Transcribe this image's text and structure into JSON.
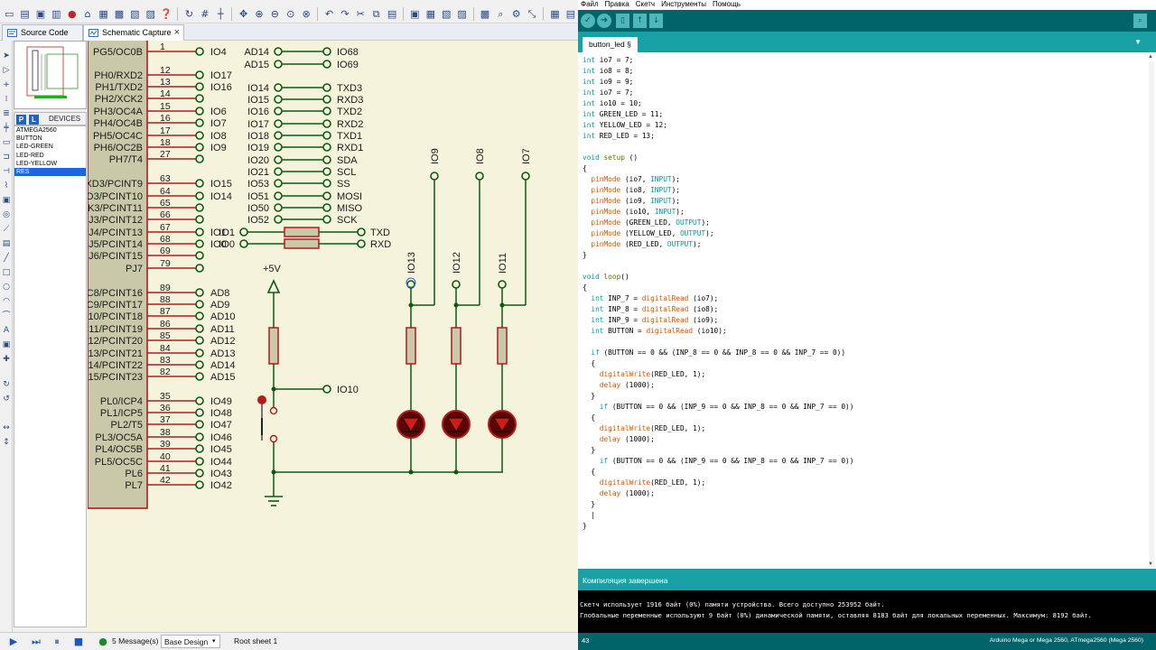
{
  "proteus": {
    "tabs": [
      {
        "label": "Source Code"
      },
      {
        "label": "Schematic Capture"
      }
    ],
    "devices_title": "DEVICES",
    "pick_p": "P",
    "pick_l": "L",
    "devices": [
      "ATMEGA2560",
      "BUTTON",
      "LED-GREEN",
      "LED-RED",
      "LED-YELLOW",
      "RES"
    ],
    "selected_device": "RES",
    "schematic": {
      "chip_pins": [
        {
          "name": "PG5/OC0B",
          "num": "1",
          "net": "IO4"
        },
        {
          "name": "PH0/RXD2",
          "num": "12",
          "net": "IO17"
        },
        {
          "name": "PH1/TXD2",
          "num": "13",
          "net": "IO16"
        },
        {
          "name": "PH2/XCK2",
          "num": "14",
          "net": ""
        },
        {
          "name": "PH3/OC4A",
          "num": "15",
          "net": "IO6"
        },
        {
          "name": "PH4/OC4B",
          "num": "16",
          "net": "IO7"
        },
        {
          "name": "PH5/OC4C",
          "num": "17",
          "net": "IO8"
        },
        {
          "name": "PH6/OC2B",
          "num": "18",
          "net": "IO9"
        },
        {
          "name": "PH7/T4",
          "num": "27",
          "net": ""
        },
        {
          "name": "XD3/PCINT9",
          "num": "63",
          "net": "IO15"
        },
        {
          "name": "D3/PCINT10",
          "num": "64",
          "net": "IO14"
        },
        {
          "name": "K3/PCINT11",
          "num": "65",
          "net": ""
        },
        {
          "name": "J3/PCINT12",
          "num": "66",
          "net": ""
        },
        {
          "name": "PJ4/PCINT13",
          "num": "67",
          "net": "IO1"
        },
        {
          "name": "J5/PCINT14",
          "num": "68",
          "net": "IO0"
        },
        {
          "name": "J6/PCINT15",
          "num": "69",
          "net": ""
        },
        {
          "name": "PJ7",
          "num": "79",
          "net": ""
        },
        {
          "name": "C8/PCINT16",
          "num": "89",
          "net": "AD8"
        },
        {
          "name": "C9/PCINT17",
          "num": "88",
          "net": "AD9"
        },
        {
          "name": "C10/PCINT18",
          "num": "87",
          "net": "AD10"
        },
        {
          "name": "C11/PCINT19",
          "num": "86",
          "net": "AD11"
        },
        {
          "name": "12/PCINT20",
          "num": "85",
          "net": "AD12"
        },
        {
          "name": "13/PCINT21",
          "num": "84",
          "net": "AD13"
        },
        {
          "name": "14/PCINT22",
          "num": "83",
          "net": "AD14"
        },
        {
          "name": "15/PCINT23",
          "num": "82",
          "net": "AD15"
        },
        {
          "name": "PL0/ICP4",
          "num": "35",
          "net": "IO49"
        },
        {
          "name": "PL1/ICP5",
          "num": "36",
          "net": "IO48"
        },
        {
          "name": "PL2/T5",
          "num": "37",
          "net": "IO47"
        },
        {
          "name": "PL3/OC5A",
          "num": "38",
          "net": "IO46"
        },
        {
          "name": "PL4/OC5B",
          "num": "39",
          "net": "IO45"
        },
        {
          "name": "PL5/OC5C",
          "num": "40",
          "net": "IO44"
        },
        {
          "name": "PL6",
          "num": "41",
          "net": "IO43"
        },
        {
          "name": "PL7",
          "num": "42",
          "net": "IO42"
        }
      ],
      "bridges": [
        {
          "left": "AD14",
          "right": "IO68"
        },
        {
          "left": "AD15",
          "right": "IO69"
        },
        {
          "left": "IO14",
          "right": "TXD3"
        },
        {
          "left": "IO15",
          "right": "RXD3"
        },
        {
          "left": "IO16",
          "right": "TXD2"
        },
        {
          "left": "IO17",
          "right": "RXD2"
        },
        {
          "left": "IO18",
          "right": "TXD1"
        },
        {
          "left": "IO19",
          "right": "RXD1"
        },
        {
          "left": "IO20",
          "right": "SDA"
        },
        {
          "left": "IO21",
          "right": "SCL"
        },
        {
          "left": "IO53",
          "right": "SS"
        },
        {
          "left": "IO51",
          "right": "MOSI"
        },
        {
          "left": "IO50",
          "right": "MISO"
        },
        {
          "left": "IO52",
          "right": "SCK"
        }
      ],
      "uart": [
        {
          "left": "IO1",
          "right": "TXD"
        },
        {
          "left": "IO0",
          "right": "RXD"
        }
      ],
      "supply_label": "+5V",
      "button_net": "IO10",
      "led_inputs": [
        "IO9",
        "IO8",
        "IO7"
      ],
      "led_nets": [
        "IO13",
        "IO12",
        "IO11"
      ]
    },
    "status": {
      "messages": "5 Message(s)",
      "design": "Base Design",
      "sheet": "Root sheet 1"
    }
  },
  "arduino": {
    "menu": [
      "Файл",
      "Правка",
      "Скетч",
      "Инструменты",
      "Помощь"
    ],
    "tab_label": "button_led §",
    "code_lines": [
      [
        [
          "int",
          "t"
        ],
        [
          " io7 = 7;",
          ""
        ]
      ],
      [
        [
          "int",
          "t"
        ],
        [
          " io8 = 8;",
          ""
        ]
      ],
      [
        [
          "int",
          "t"
        ],
        [
          " io9 = 9;",
          ""
        ]
      ],
      [
        [
          "int",
          "t"
        ],
        [
          " io7 = 7;",
          ""
        ]
      ],
      [
        [
          "int",
          "t"
        ],
        [
          " io10 = 10;",
          ""
        ]
      ],
      [
        [
          "int",
          "t"
        ],
        [
          " GREEN_LED = 11;",
          ""
        ]
      ],
      [
        [
          "int",
          "t"
        ],
        [
          " YELLOW_LED = 12;",
          ""
        ]
      ],
      [
        [
          "int",
          "t"
        ],
        [
          " RED_LED = 13;",
          ""
        ]
      ],
      [
        [
          "",
          ""
        ]
      ],
      [
        [
          "void",
          "t"
        ],
        [
          " ",
          ""
        ],
        [
          "setup",
          "f2"
        ],
        [
          " ()",
          ""
        ]
      ],
      [
        [
          "{",
          ""
        ]
      ],
      [
        [
          "  ",
          ""
        ],
        [
          "pinMode",
          "f"
        ],
        [
          " (io7, ",
          ""
        ],
        [
          "INPUT",
          "c"
        ],
        [
          ");",
          ""
        ]
      ],
      [
        [
          "  ",
          ""
        ],
        [
          "pinMode",
          "f"
        ],
        [
          " (io8, ",
          ""
        ],
        [
          "INPUT",
          "c"
        ],
        [
          ");",
          ""
        ]
      ],
      [
        [
          "  ",
          ""
        ],
        [
          "pinMode",
          "f"
        ],
        [
          " (io9, ",
          ""
        ],
        [
          "INPUT",
          "c"
        ],
        [
          ");",
          ""
        ]
      ],
      [
        [
          "  ",
          ""
        ],
        [
          "pinMode",
          "f"
        ],
        [
          " (io10, ",
          ""
        ],
        [
          "INPUT",
          "c"
        ],
        [
          ");",
          ""
        ]
      ],
      [
        [
          "  ",
          ""
        ],
        [
          "pinMode",
          "f"
        ],
        [
          " (GREEN_LED, ",
          ""
        ],
        [
          "OUTPUT",
          "c"
        ],
        [
          ");",
          ""
        ]
      ],
      [
        [
          "  ",
          ""
        ],
        [
          "pinMode",
          "f"
        ],
        [
          " (YELLOW_LED, ",
          ""
        ],
        [
          "OUTPUT",
          "c"
        ],
        [
          ");",
          ""
        ]
      ],
      [
        [
          "  ",
          ""
        ],
        [
          "pinMode",
          "f"
        ],
        [
          " (RED_LED, ",
          ""
        ],
        [
          "OUTPUT",
          "c"
        ],
        [
          ");",
          ""
        ]
      ],
      [
        [
          "}",
          ""
        ]
      ],
      [
        [
          "",
          ""
        ]
      ],
      [
        [
          "void",
          "t"
        ],
        [
          " ",
          ""
        ],
        [
          "loop",
          "f2"
        ],
        [
          "()",
          ""
        ]
      ],
      [
        [
          "{",
          ""
        ]
      ],
      [
        [
          "  ",
          ""
        ],
        [
          "int",
          "t"
        ],
        [
          " INP_7 = ",
          ""
        ],
        [
          "digitalRead",
          "f"
        ],
        [
          " (io7);",
          ""
        ]
      ],
      [
        [
          "  ",
          ""
        ],
        [
          "int",
          "t"
        ],
        [
          " INP_8 = ",
          ""
        ],
        [
          "digitalRead",
          "f"
        ],
        [
          " (io8);",
          ""
        ]
      ],
      [
        [
          "  ",
          ""
        ],
        [
          "int",
          "t"
        ],
        [
          " INP_9 = ",
          ""
        ],
        [
          "digitalRead",
          "f"
        ],
        [
          " (io9);",
          ""
        ]
      ],
      [
        [
          "  ",
          ""
        ],
        [
          "int",
          "t"
        ],
        [
          " BUTTON = ",
          ""
        ],
        [
          "digitalRead",
          "f"
        ],
        [
          " (io10);",
          ""
        ]
      ],
      [
        [
          "",
          ""
        ]
      ],
      [
        [
          "  ",
          ""
        ],
        [
          "if",
          "t"
        ],
        [
          " (BUTTON == 0 && (INP_8 == 0 && INP_8 == 0 && INP_7 == 0))",
          ""
        ]
      ],
      [
        [
          "  {",
          ""
        ]
      ],
      [
        [
          "    ",
          ""
        ],
        [
          "digitalWrite",
          "f"
        ],
        [
          "(RED_LED, 1);",
          ""
        ]
      ],
      [
        [
          "    ",
          ""
        ],
        [
          "delay",
          "f"
        ],
        [
          " (1000);",
          ""
        ]
      ],
      [
        [
          "  }",
          ""
        ]
      ],
      [
        [
          "    ",
          ""
        ],
        [
          "if",
          "t"
        ],
        [
          " (BUTTON == 0 && (INP_9 == 0 && INP_8 == 0 && INP_7 == 0))",
          ""
        ]
      ],
      [
        [
          "  {",
          ""
        ]
      ],
      [
        [
          "    ",
          ""
        ],
        [
          "digitalWrite",
          "f"
        ],
        [
          "(RED_LED, 1);",
          ""
        ]
      ],
      [
        [
          "    ",
          ""
        ],
        [
          "delay",
          "f"
        ],
        [
          " (1000);",
          ""
        ]
      ],
      [
        [
          "  }",
          ""
        ]
      ],
      [
        [
          "    ",
          ""
        ],
        [
          "if",
          "t"
        ],
        [
          " (BUTTON == 0 && (INP_9 == 0 && INP_8 == 0 && INP_7 == 0))",
          ""
        ]
      ],
      [
        [
          "  {",
          ""
        ]
      ],
      [
        [
          "    ",
          ""
        ],
        [
          "digitalWrite",
          "f"
        ],
        [
          "(RED_LED, 1);",
          ""
        ]
      ],
      [
        [
          "    ",
          ""
        ],
        [
          "delay",
          "f"
        ],
        [
          " (1000);",
          ""
        ]
      ],
      [
        [
          "  }",
          ""
        ]
      ],
      [
        [
          "  |",
          ""
        ]
      ],
      [
        [
          "}",
          ""
        ]
      ]
    ],
    "console_title": "Компиляция завершена",
    "console_lines": [
      "Скетч использует 1916 байт (0%) памяти устройства. Всего доступно 253952 байт.",
      "Глобальные переменные используют 9 байт (0%) динамической памяти, оставляя 8183 байт для локальных переменных. Максимум: 8192 байт."
    ],
    "line_number": "43",
    "board": "Arduino Mega or Mega 2560, ATmega2560 (Mega 2560)",
    "colors": {
      "toolbar": "#006468",
      "tabbar": "#17a1a5",
      "button": "#4db7bb"
    }
  }
}
